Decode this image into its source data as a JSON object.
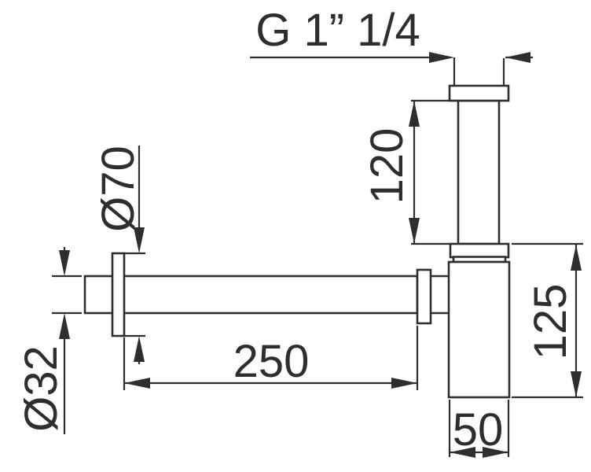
{
  "drawing": {
    "type": "technical-dimension-drawing",
    "subject": "bottle-trap-siphon",
    "labels": {
      "thread_size": "G 1” 1/4",
      "vertical_pipe_length": "120",
      "flange_diameter": "Ø70",
      "pipe_diameter": "Ø32",
      "horizontal_pipe_length": "250",
      "body_height": "125",
      "body_width": "50"
    },
    "colors": {
      "line": "#2e2e2e",
      "background": "#ffffff"
    }
  }
}
